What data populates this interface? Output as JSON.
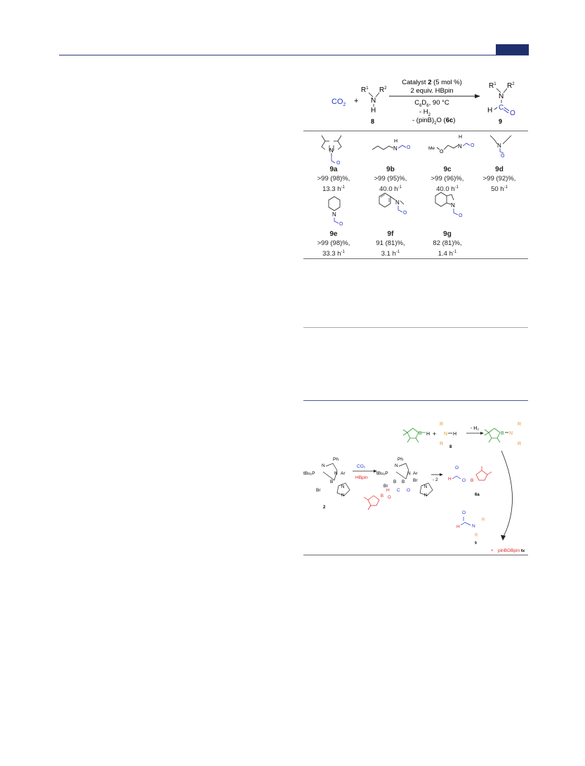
{
  "scheme": {
    "co2": "CO",
    "co2_sub": "2",
    "plus": "+",
    "amine_r1": "R",
    "amine_r1_sup": "1",
    "amine_r2": "R",
    "amine_r2_sup": "2",
    "amine_n": "N",
    "amine_h": "H",
    "amine_label": "8",
    "catalyst_prefix": "Catalyst ",
    "catalyst_num": "2",
    "catalyst_suffix": " (5 mol %)",
    "reagent": "2 equiv. HBpin",
    "solvent_c": "C",
    "solvent_6": "6",
    "solvent_d": "D",
    "solvent_temp": ", 90 °C",
    "byproduct_h2": "- H",
    "byproduct_h2_sub": "2",
    "byproduct_pinb": "- (pinB)",
    "byproduct_o": "O (",
    "byproduct_label": "6c",
    "byproduct_close": ")",
    "product_r1": "R",
    "product_r1_sup": "1",
    "product_r2": "R",
    "product_r2_sup": "2",
    "product_n": "N",
    "product_h": "H",
    "product_c": "C",
    "product_o": "O",
    "product_label": "9"
  },
  "products": [
    {
      "label": "9a",
      "yield": ">99 (98)%,",
      "rate": "13.3 h",
      "rate_sup": "-1"
    },
    {
      "label": "9b",
      "yield": ">99 (95)%,",
      "rate": "40.0 h",
      "rate_sup": "-1"
    },
    {
      "label": "9c",
      "yield": ">99  (96)%,",
      "rate": "40.0 h",
      "rate_sup": "-1"
    },
    {
      "label": "9d",
      "yield": ">99 (92)%,",
      "rate": "50 h",
      "rate_sup": "-1"
    },
    {
      "label": "9e",
      "yield": ">99 (98)%,",
      "rate": "33.3 h",
      "rate_sup": "-1"
    },
    {
      "label": "9f",
      "yield": "91 (81)%,",
      "rate": "3.1 h",
      "rate_sup": "-1"
    },
    {
      "label": "9g",
      "yield": "82 (81)%,",
      "rate": "1.4 h",
      "rate_sup": "-1"
    }
  ],
  "struct_text": {
    "n": "N",
    "o": "O",
    "h": "H",
    "meo": "Me",
    "ether_o": "O"
  },
  "mechanism": {
    "ph": "Ph",
    "tbu2p": "tBu₂P",
    "n": "N",
    "ar": "Ar",
    "b": "B",
    "br": "Br",
    "catalyst_label": "2",
    "arrow1_top": "CO₂",
    "arrow1_bottom": "HBpin",
    "h": "H",
    "c": "C",
    "o": "O",
    "minus2": "- 2",
    "formate_label": "6a",
    "plus": "+",
    "amine_label": "8",
    "minus_h2": "- H₂",
    "r": "R",
    "product_label": "9",
    "pinbobpin": "pinBOBpin",
    "byprod_label": "6c"
  },
  "colors": {
    "header": "#1f2f6e",
    "co2_blue": "#2233cc",
    "carbonyl_blue": "#2a35c8",
    "red": "#e02020",
    "green": "#2e9a2e",
    "orange": "#e39a2d",
    "black": "#222222"
  }
}
